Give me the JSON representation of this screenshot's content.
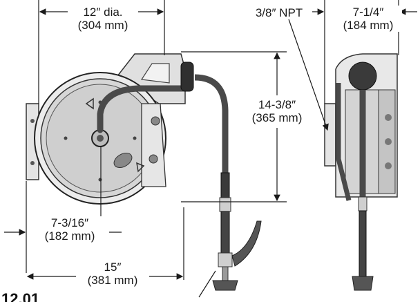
{
  "dimensions": {
    "diameter": {
      "line1": "12″ dia.",
      "line2": "(304 mm)"
    },
    "height": {
      "line1": "14-3/8″",
      "line2": "(365 mm)"
    },
    "wall_offset": {
      "line1": "7-3/16″",
      "line2": "(182 mm)"
    },
    "overall_width": {
      "line1": "15″",
      "line2": "(381 mm)"
    },
    "side_depth": {
      "line1": "7-1/4″",
      "line2": "(184 mm)"
    },
    "inlet": {
      "label": "3/8″ NPT"
    }
  },
  "model_number": "12.01",
  "colors": {
    "line": "#1a1a1a",
    "metal": "#d9d9d9",
    "dark": "#3a3a3a",
    "hose": "#4a4a4a"
  }
}
